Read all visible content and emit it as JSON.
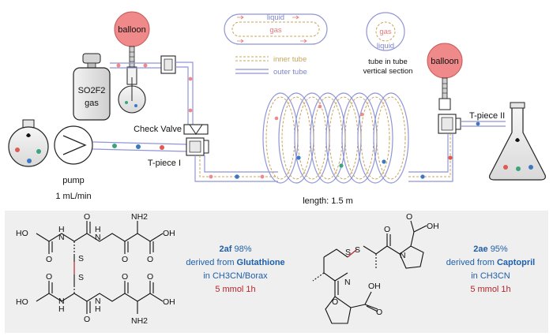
{
  "flow": {
    "balloon_left": "balloon",
    "balloon_right": "balloon",
    "gas_cylinder_formula": "SO2F2",
    "gas_cylinder_word": "gas",
    "pump_label": "pump",
    "flow_rate": "1 mL/min",
    "check_valve": "Check Valve",
    "tpiece_1": "T-piece I",
    "tpiece_2": "T-piece II",
    "length": "length: 1.5 m"
  },
  "inset": {
    "liquid": "liquid",
    "gas": "gas",
    "legend_inner": "inner tube",
    "legend_outer": "outer tube",
    "section_gas": "gas",
    "section_liquid": "liquid",
    "section_caption_1": "tube in tube",
    "section_caption_2": "vertical section"
  },
  "products": {
    "left": {
      "code": "2af",
      "yield": "98%",
      "derived": "derived from",
      "source": "Glutathione",
      "solvent": "in CH3CN/Borax",
      "scale": "5 mmol 1h"
    },
    "right": {
      "code": "2ae",
      "yield": "95%",
      "derived": "derived from",
      "source": "Captopril",
      "solvent": "in CH3CN",
      "scale": "5 mmol 1h"
    }
  },
  "atoms": {
    "ho": "HO",
    "oh": "OH",
    "o": "O",
    "n": "N",
    "h": "H",
    "s": "S",
    "nh2": "NH2"
  },
  "colors": {
    "balloon": "#f08a8a",
    "outer_tube": "#8f95d6",
    "inner_tube": "#c9a45a",
    "bubble_red": "#e05a4e",
    "bubble_blue": "#3a78c2",
    "bubble_green": "#3aa57a",
    "product_blue": "#1f5ea8",
    "product_red": "#b3262b",
    "panel_bg": "#efefef"
  }
}
